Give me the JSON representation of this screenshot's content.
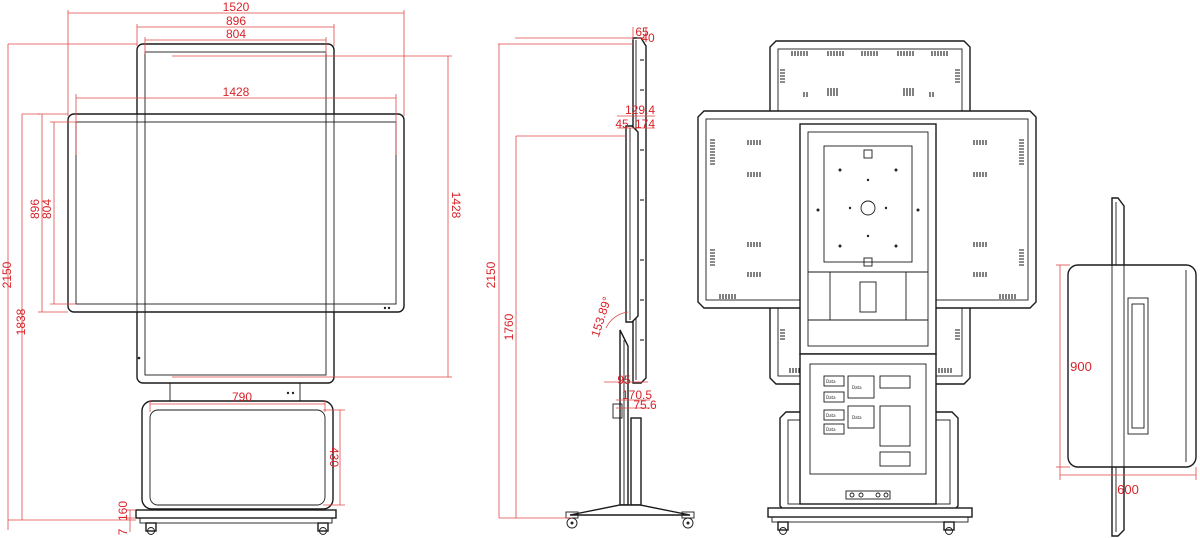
{
  "front_view": {
    "dims": {
      "overall_width": "1520",
      "portrait_outer_width": "896",
      "portrait_inner_width": "804",
      "landscape_inner_width": "1428",
      "landscape_outer_height": "896",
      "landscape_inner_height": "804",
      "portrait_height": "1428",
      "overall_height": "2150",
      "base_to_portrait_top": "1838",
      "cabinet_width": "790",
      "cabinet_height": "430",
      "base_thickness_a": "7",
      "base_thickness_b": "160"
    }
  },
  "side_view": {
    "dims": {
      "depth_top": "65",
      "depth_panel": "40",
      "mount_a": "129.4",
      "mount_b": "45",
      "mount_c": "174",
      "overall_height": "2150",
      "pivot_height": "1760",
      "angle": "153.89°",
      "column_depth": "95",
      "foot_a": "170.5",
      "foot_b": "75.6"
    }
  },
  "rear_view": {
    "labels": [
      "Data",
      "Data",
      "Data",
      "Data",
      "Data",
      "Data"
    ]
  },
  "right_view": {
    "dims": {
      "height": "900",
      "depth": "600"
    }
  }
}
